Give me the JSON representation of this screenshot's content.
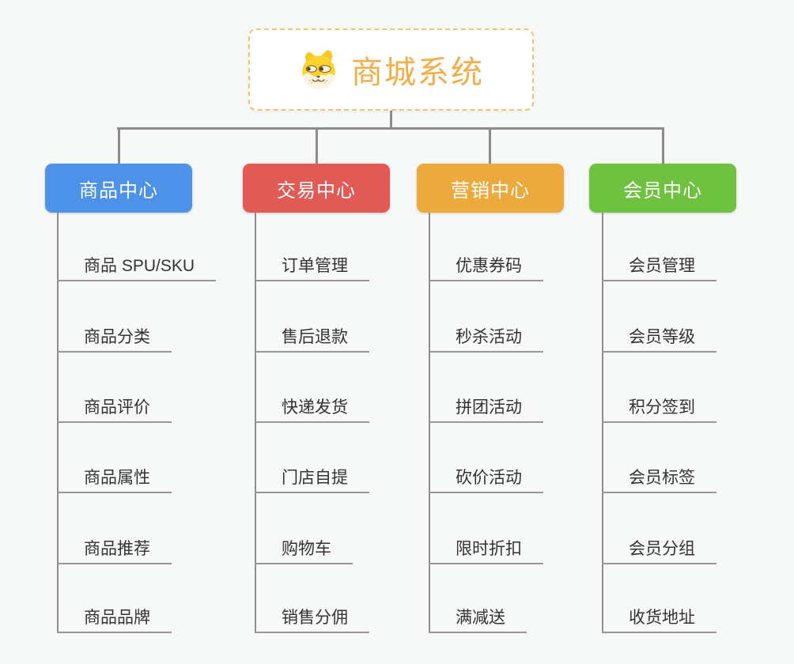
{
  "root": {
    "label": "商城系统",
    "icon": "doge-icon",
    "text_color": "#f2ae4b",
    "border_color": "#f3c26f",
    "background": "#ffffff"
  },
  "branches": [
    {
      "label": "商品中心",
      "color": "#4d92e8",
      "items": [
        "商品 SPU/SKU",
        "商品分类",
        "商品评价",
        "商品属性",
        "商品推荐",
        "商品品牌"
      ]
    },
    {
      "label": "交易中心",
      "color": "#e25a55",
      "items": [
        "订单管理",
        "售后退款",
        "快递发货",
        "门店自提",
        "购物车",
        "销售分佣"
      ]
    },
    {
      "label": "营销中心",
      "color": "#ecaa3d",
      "items": [
        "优惠券码",
        "秒杀活动",
        "拼团活动",
        "砍价活动",
        "限时折扣",
        "满减送"
      ]
    },
    {
      "label": "会员中心",
      "color": "#6fc140",
      "items": [
        "会员管理",
        "会员等级",
        "积分签到",
        "会员标签",
        "会员分组",
        "收货地址"
      ]
    }
  ],
  "colors": {
    "background": "#f7f8f8",
    "connector": "#8c8c8c",
    "leaf_underline": "#979797",
    "leaf_text": "#333333"
  }
}
